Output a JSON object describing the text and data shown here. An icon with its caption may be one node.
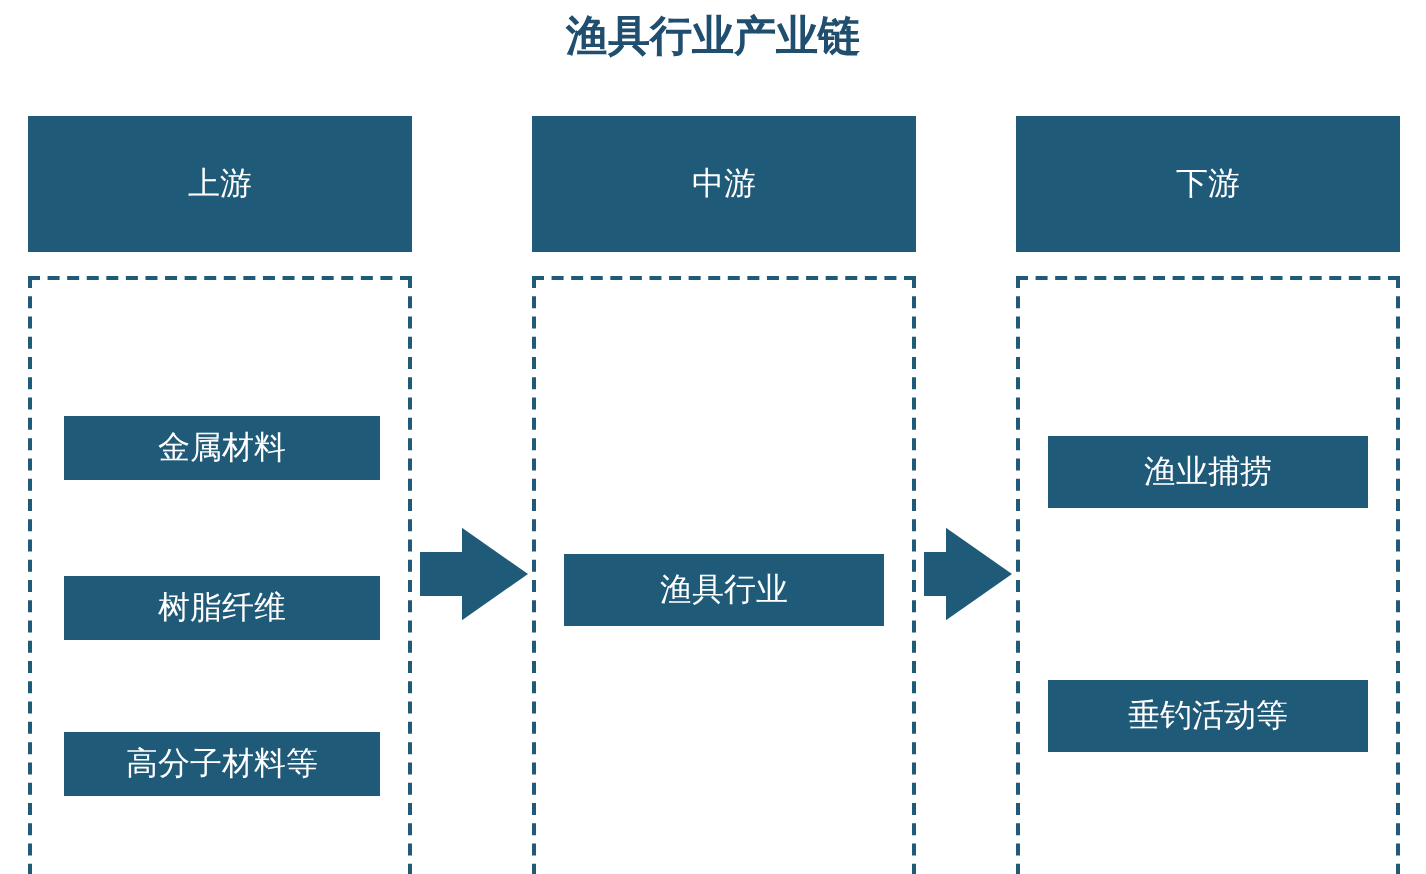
{
  "diagram": {
    "title": "渔具行业产业链",
    "nodes": [
      {
        "text": [
          "上游"
        ]
      },
      {
        "text": [
          "中游"
        ]
      },
      {
        "text": [
          "下游"
        ]
      },
      {
        "text": [],
        "shape": "box"
      },
      {
        "text": [
          "金属材料"
        ],
        "in": 3
      },
      {
        "text": [
          "树脂纤维"
        ],
        "in": 3
      },
      {
        "text": [
          "高分子材料等"
        ],
        "in": 3
      },
      {
        "text": [],
        "shape": "box"
      },
      {
        "text": [
          "渔具行业"
        ],
        "in": 7
      },
      {
        "text": [],
        "shape": "box"
      },
      {
        "text": [
          "渔业捕捞"
        ],
        "in": 9
      },
      {
        "text": [
          "垂钓活动等"
        ],
        "in": 9
      }
    ],
    "edges": [
      {
        "from": 3,
        "to": 7,
        "arrow": "to"
      },
      {
        "from": 7,
        "to": 9,
        "arrow": "to"
      }
    ]
  }
}
